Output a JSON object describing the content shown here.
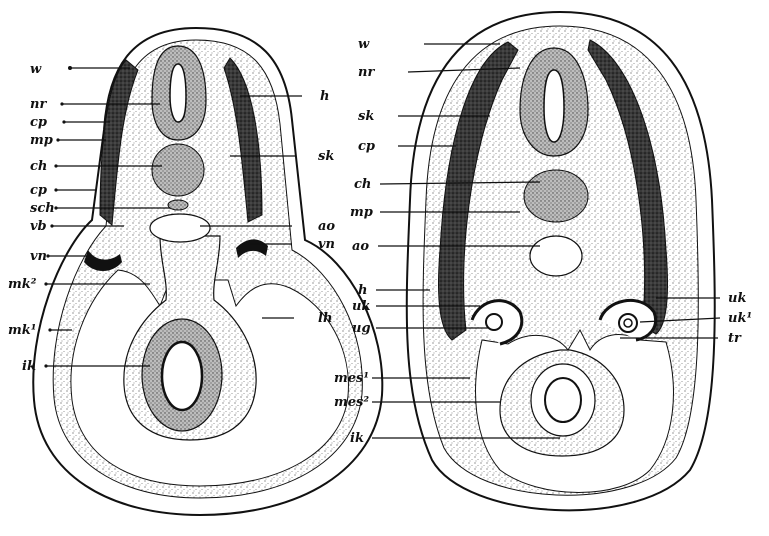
{
  "left_section": {
    "labels": {
      "w": "w",
      "nr": "nr",
      "cp1": "cp",
      "mp": "mp",
      "ch": "ch",
      "cp2": "cp",
      "sch": "sch",
      "vb": "vb",
      "vn": "vn",
      "mk2": "mk²",
      "mk1": "mk¹",
      "ik": "ik",
      "h": "h",
      "sk": "sk",
      "ao": "ao",
      "vn_r": "vn",
      "lh": "lh"
    }
  },
  "right_section": {
    "labels": {
      "w": "w",
      "nr": "nr",
      "sk": "sk",
      "cp": "cp",
      "ch": "ch",
      "mp": "mp",
      "ao": "ao",
      "h": "h",
      "uk": "uk",
      "ug": "ug",
      "mes1": "mes¹",
      "mes2": "mes²",
      "ik": "ik",
      "uk_r": "uk",
      "uk1_r": "uk¹",
      "tr": "tr"
    }
  }
}
